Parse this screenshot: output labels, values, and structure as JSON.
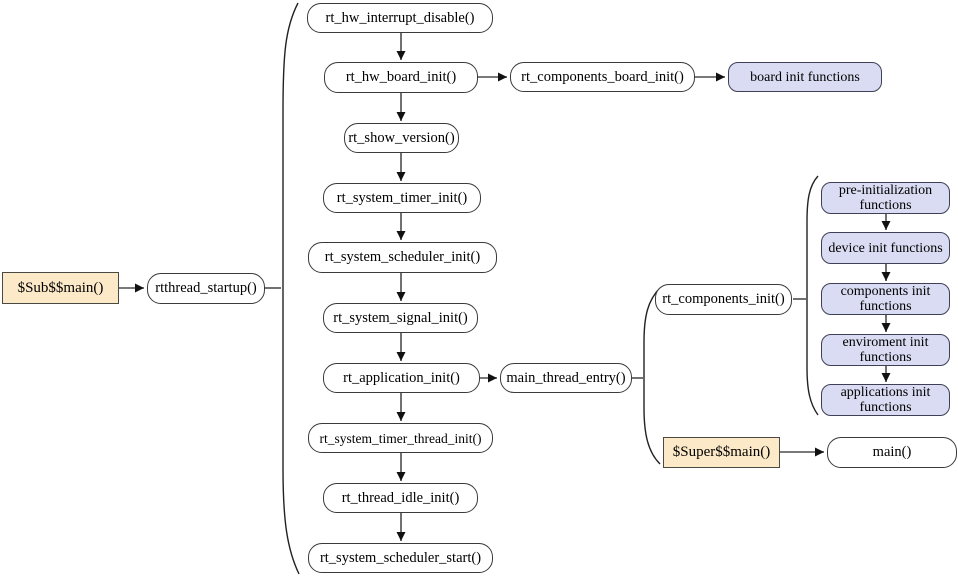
{
  "diagram": {
    "type": "flowchart",
    "colors": {
      "node_fill": "#ffffff",
      "node_border": "#3a3a3a",
      "highlight_fill": "#fbe9c8",
      "accent_fill": "#d9dcf2",
      "arrow_stem": "#4d4d4d",
      "arrow_head": "#111111",
      "text": "#000000"
    },
    "nodes": {
      "sub_main": {
        "label": "$Sub$$main()"
      },
      "rtthread_startup": {
        "label": "rtthread_startup()"
      },
      "startup_sequence": [
        {
          "label": "rt_hw_interrupt_disable()"
        },
        {
          "label": "rt_hw_board_init()"
        },
        {
          "label": "rt_show_version()"
        },
        {
          "label": "rt_system_timer_init()"
        },
        {
          "label": "rt_system_scheduler_init()"
        },
        {
          "label": "rt_system_signal_init()"
        },
        {
          "label": "rt_application_init()"
        },
        {
          "label": "rt_system_timer_thread_init()"
        },
        {
          "label": "rt_thread_idle_init()"
        },
        {
          "label": "rt_system_scheduler_start()"
        }
      ],
      "rt_components_board_init": {
        "label": "rt_components_board_init()"
      },
      "board_init_functions": {
        "label": "board init functions"
      },
      "main_thread_entry": {
        "label": "main_thread_entry()"
      },
      "rt_components_init": {
        "label": "rt_components_init()"
      },
      "init_groups": [
        {
          "label": "pre-initialization functions"
        },
        {
          "label": "device init functions"
        },
        {
          "label": "components init functions"
        },
        {
          "label": "enviroment init functions"
        },
        {
          "label": "applications init functions"
        }
      ],
      "super_main": {
        "label": "$Super$$main()"
      },
      "main": {
        "label": "main()"
      }
    }
  }
}
